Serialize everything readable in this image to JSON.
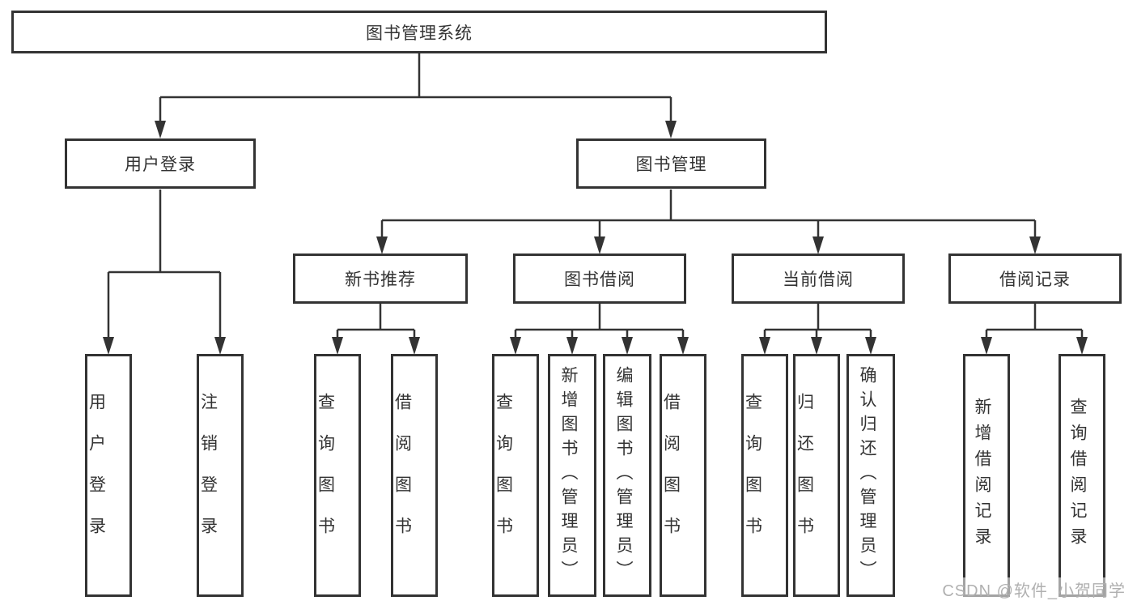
{
  "tree": {
    "label": "图书管理系统",
    "children": [
      {
        "label": "用户登录",
        "children": [
          {
            "label": "用户登录"
          },
          {
            "label": "注销登录"
          }
        ]
      },
      {
        "label": "图书管理",
        "children": [
          {
            "label": "新书推荐",
            "children": [
              {
                "label": "查询图书"
              },
              {
                "label": "借阅图书"
              }
            ]
          },
          {
            "label": "图书借阅",
            "children": [
              {
                "label": "查询图书"
              },
              {
                "label": "新增图书（管理员）"
              },
              {
                "label": "编辑图书（管理员）"
              },
              {
                "label": "借阅图书"
              }
            ]
          },
          {
            "label": "当前借阅",
            "children": [
              {
                "label": "查询图书"
              },
              {
                "label": "归还图书"
              },
              {
                "label": "确认归还（管理员）"
              }
            ]
          },
          {
            "label": "借阅记录",
            "children": [
              {
                "label": "新增借阅记录"
              },
              {
                "label": "查询借阅记录"
              }
            ]
          }
        ]
      }
    ]
  },
  "watermark": "CSDN @软件_小贺同学",
  "colors": {
    "line": "#333333",
    "text": "#333333",
    "watermark": "#b0b0b0",
    "background": "#ffffff"
  }
}
